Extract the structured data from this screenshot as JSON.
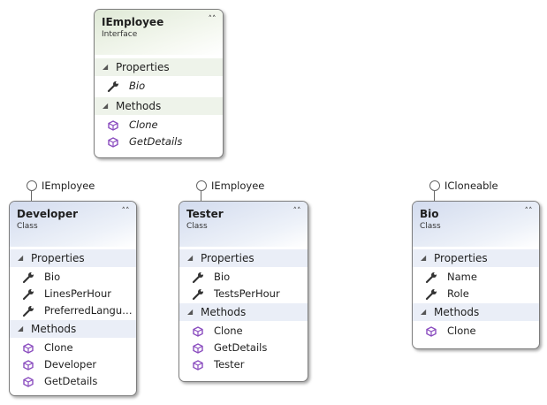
{
  "boxes": {
    "iemployee": {
      "name": "IEmployee",
      "stereotype": "Interface",
      "properties_label": "Properties",
      "methods_label": "Methods",
      "properties": [
        "Bio"
      ],
      "methods": [
        "Clone",
        "GetDetails"
      ]
    },
    "developer": {
      "name": "Developer",
      "stereotype": "Class",
      "implements": "IEmployee",
      "properties_label": "Properties",
      "methods_label": "Methods",
      "properties": [
        "Bio",
        "LinesPerHour",
        "PreferredLangu…"
      ],
      "methods": [
        "Clone",
        "Developer",
        "GetDetails"
      ]
    },
    "tester": {
      "name": "Tester",
      "stereotype": "Class",
      "implements": "IEmployee",
      "properties_label": "Properties",
      "methods_label": "Methods",
      "properties": [
        "Bio",
        "TestsPerHour"
      ],
      "methods": [
        "Clone",
        "GetDetails",
        "Tester"
      ]
    },
    "bio": {
      "name": "Bio",
      "stereotype": "Class",
      "implements": "ICloneable",
      "properties_label": "Properties",
      "methods_label": "Methods",
      "properties": [
        "Name",
        "Role"
      ],
      "methods": [
        "Clone"
      ]
    }
  },
  "icons": {
    "collapse": "double-chevron-up-icon",
    "section": "triangle-down-icon",
    "property": "wrench-icon",
    "method": "purple-cube-icon",
    "interface": "lollipop-circle-icon"
  },
  "colors": {
    "interface_header": "#dfe9d6",
    "class_header": "#d2dbee",
    "method_icon": "#8a4cbf",
    "border": "#7d7d7d"
  }
}
